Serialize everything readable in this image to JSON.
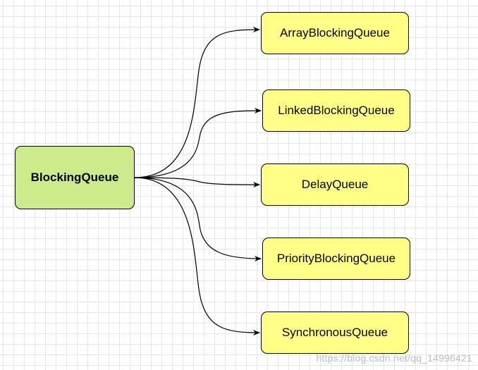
{
  "diagram": {
    "root": {
      "id": "root",
      "label": "BlockingQueue",
      "fill": "#cdeb8b"
    },
    "children": [
      {
        "id": "array",
        "label": "ArrayBlockingQueue",
        "fill": "#ffff88"
      },
      {
        "id": "linked",
        "label": "LinkedBlockingQueue",
        "fill": "#ffff88"
      },
      {
        "id": "delay",
        "label": "DelayQueue",
        "fill": "#ffff88"
      },
      {
        "id": "priority",
        "label": "PriorityBlockingQueue",
        "fill": "#ffff88"
      },
      {
        "id": "synchronous",
        "label": "SynchronousQueue",
        "fill": "#ffff88"
      }
    ],
    "edges": [
      {
        "from": "root",
        "to": "array"
      },
      {
        "from": "root",
        "to": "linked"
      },
      {
        "from": "root",
        "to": "delay"
      },
      {
        "from": "root",
        "to": "priority"
      },
      {
        "from": "root",
        "to": "synchronous"
      }
    ],
    "edge_color": "#000000",
    "grid_color": "#e6e6e6"
  },
  "watermark": "https://blog.csdn.net/qq_14996421"
}
